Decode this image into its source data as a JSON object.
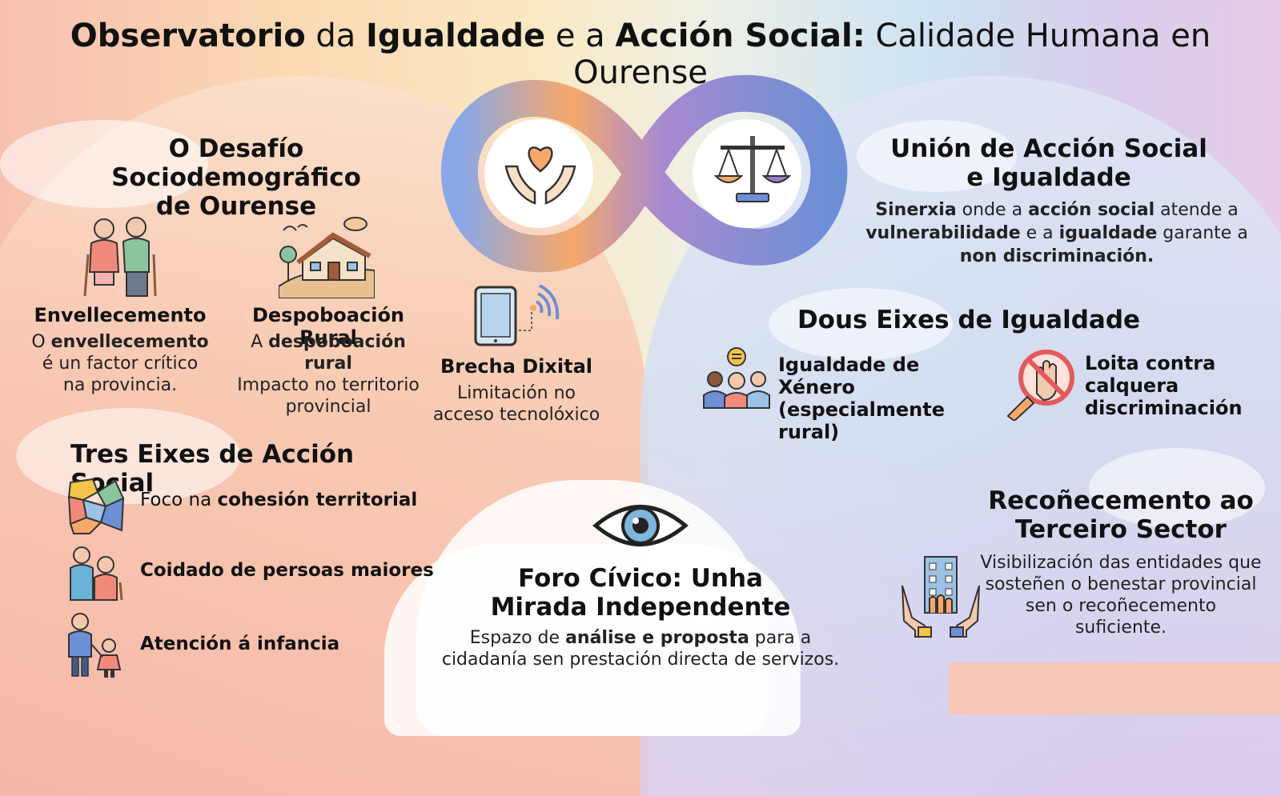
{
  "title": {
    "w1": "Observatorio",
    "w2": " da ",
    "w3": "Igualdade",
    "w4": " e a ",
    "w5": "Acción Social:",
    "w6": " Calidade Humana en Ourense"
  },
  "left": {
    "challenge": {
      "heading_line1": "O Desafío Sociodemográfico",
      "heading_line2": "de Ourense",
      "aging": {
        "title": "Envellecemento",
        "text_pre": "O ",
        "text_bold": "envellecemento",
        "text_line2": "é un factor crítico",
        "text_line3": "na provincia."
      },
      "depop": {
        "title": "Despoboación Rural",
        "text_pre": "A ",
        "text_bold": "despoboación rural",
        "text_line2": "Impacto no territorio",
        "text_line3": "provincial"
      }
    },
    "axes": {
      "heading": "Tres Eixes de Acción Social",
      "items": [
        {
          "pre": "Foco na ",
          "bold": "cohesión territorial",
          "icon": "map-icon"
        },
        {
          "pre": "",
          "bold": "Coidado de persoas maiores",
          "icon": "elderly-care-icon"
        },
        {
          "pre": "",
          "bold": "Atención á infancia",
          "icon": "child-care-icon"
        }
      ]
    }
  },
  "center": {
    "digital": {
      "title": "Brecha Dixital",
      "line1": "Limitación no",
      "line2": "acceso tecnolóxico"
    },
    "forum": {
      "title_line1": "Foro Cívico: Unha",
      "title_line2": "Mirada Independente",
      "text_pre": "Espazo de ",
      "text_bold": "análise e proposta",
      "text_post": " para a",
      "text_line2": "cidadanía sen prestación directa de servizos."
    }
  },
  "right": {
    "union": {
      "heading_line1": "Unión de Acción Social",
      "heading_line2": "e Igualdade",
      "l1_b1": "Sinerxia",
      "l1_t1": " onde a ",
      "l1_b2": "acción social",
      "l1_t2": " atende a",
      "l2_b1": "vulnerabilidade",
      "l2_t1": " e a ",
      "l2_b2": "igualdade",
      "l2_t2": " garante a",
      "l3_b1": "non discriminación."
    },
    "equality": {
      "heading": "Dous Eixes de Igualdade",
      "gender_line1": "Igualdade de Xénero",
      "gender_line2": "(especialmente rural)",
      "discr_line1": "Loita contra",
      "discr_line2": "calquera",
      "discr_line3": "discriminación"
    },
    "third": {
      "heading_line1": "Recoñecemento ao",
      "heading_line2": "Terceiro Sector",
      "line1": "Visibilización das entidades que",
      "line2": "sosteñen o benestar provincial",
      "line3": "sen o recoñecemento",
      "line4": "suficiente."
    }
  },
  "colors": {
    "peach": "#f6a96b",
    "blue": "#6d8fd6",
    "purple": "#9a7bc8",
    "coral": "#f08a7a"
  }
}
